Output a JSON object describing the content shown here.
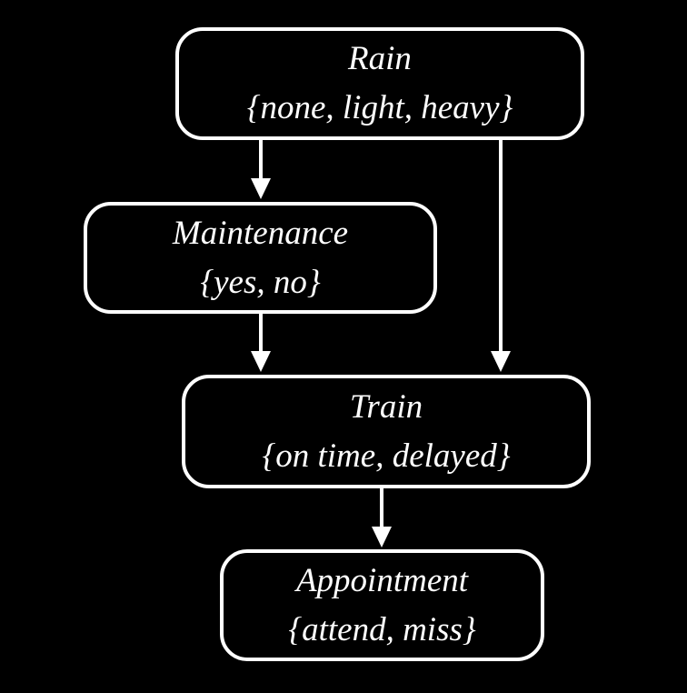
{
  "diagram": {
    "type": "bayesian-network",
    "background_color": "#000000",
    "node_border_color": "#ffffff",
    "text_color": "#ffffff",
    "arrow_color": "#ffffff",
    "nodes": [
      {
        "id": "rain",
        "name": "Rain",
        "values": "{none, light, heavy}"
      },
      {
        "id": "maintenance",
        "name": "Maintenance",
        "values": "{yes, no}"
      },
      {
        "id": "train",
        "name": "Train",
        "values": "{on time, delayed}"
      },
      {
        "id": "appointment",
        "name": "Appointment",
        "values": "{attend, miss}"
      }
    ],
    "edges": [
      {
        "from": "Rain",
        "to": "Maintenance"
      },
      {
        "from": "Rain",
        "to": "Train"
      },
      {
        "from": "Maintenance",
        "to": "Train"
      },
      {
        "from": "Train",
        "to": "Appointment"
      }
    ]
  }
}
